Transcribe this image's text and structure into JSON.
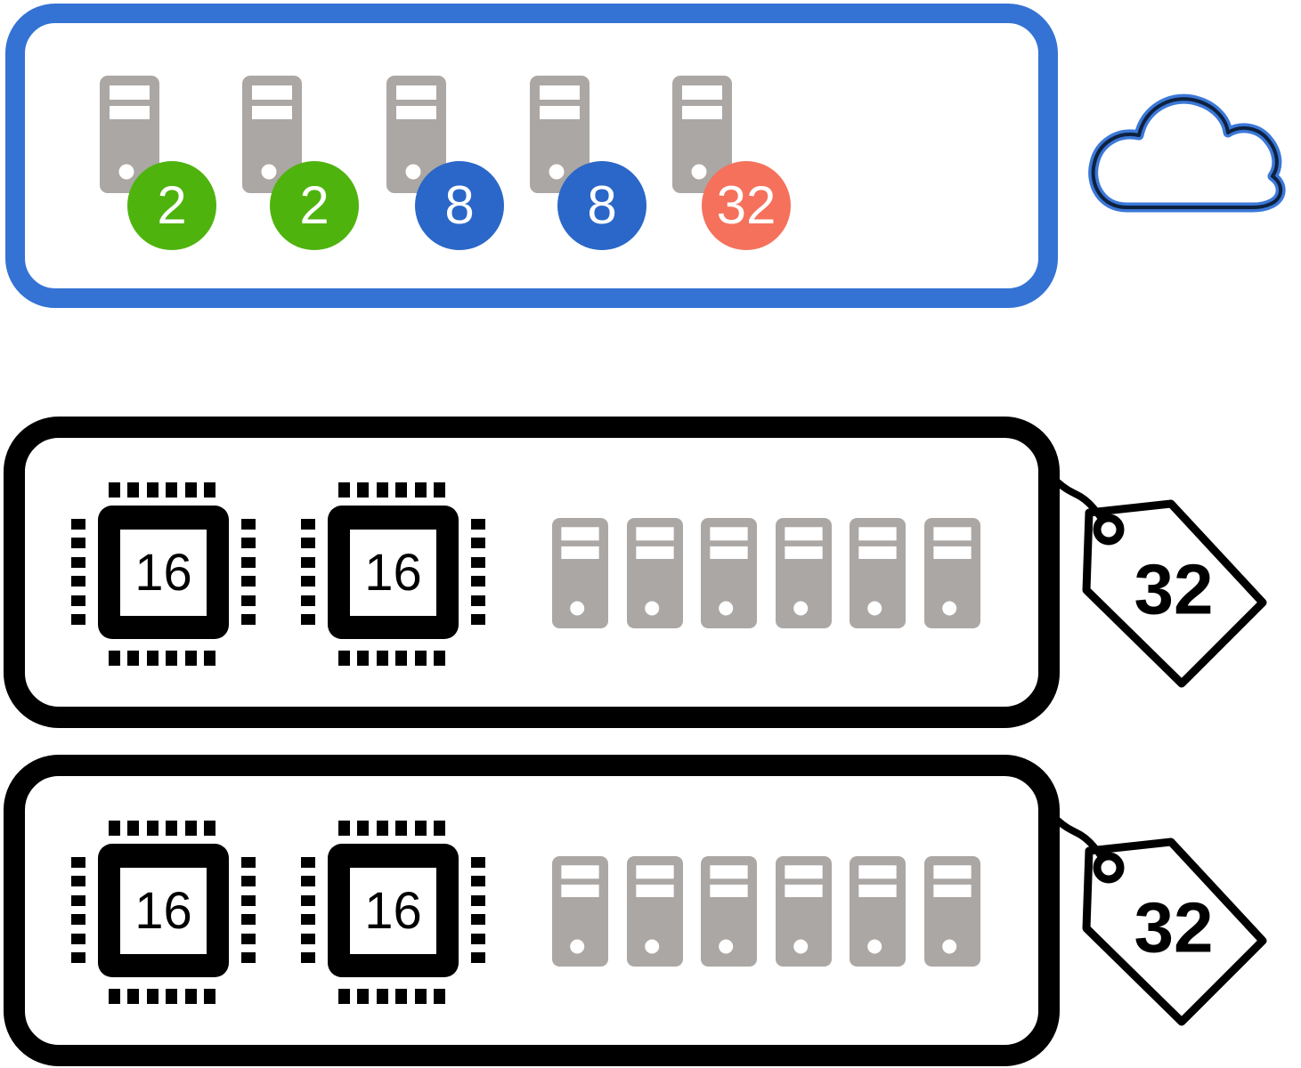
{
  "colors": {
    "cloud_box_border": "#3473D4",
    "host_box_border": "#000000",
    "server_gray": "#ABA7A4",
    "badge_green": "#4FB30E",
    "badge_blue": "#2A67C8",
    "badge_red": "#F5715C",
    "cloud_stroke_outer": "#3B78D8",
    "cloud_stroke_inner": "#0E2240",
    "ink": "#000000"
  },
  "cloud_pool": {
    "vms": [
      {
        "vcpus": "2",
        "color": "#4FB30E"
      },
      {
        "vcpus": "2",
        "color": "#4FB30E"
      },
      {
        "vcpus": "8",
        "color": "#2A67C8"
      },
      {
        "vcpus": "8",
        "color": "#2A67C8"
      },
      {
        "vcpus": "32",
        "color": "#F5715C"
      }
    ]
  },
  "hosts": [
    {
      "cpus": [
        {
          "cores": "16"
        },
        {
          "cores": "16"
        }
      ],
      "server_count": 6,
      "tag_label": "32"
    },
    {
      "cpus": [
        {
          "cores": "16"
        },
        {
          "cores": "16"
        }
      ],
      "server_count": 6,
      "tag_label": "32"
    }
  ]
}
